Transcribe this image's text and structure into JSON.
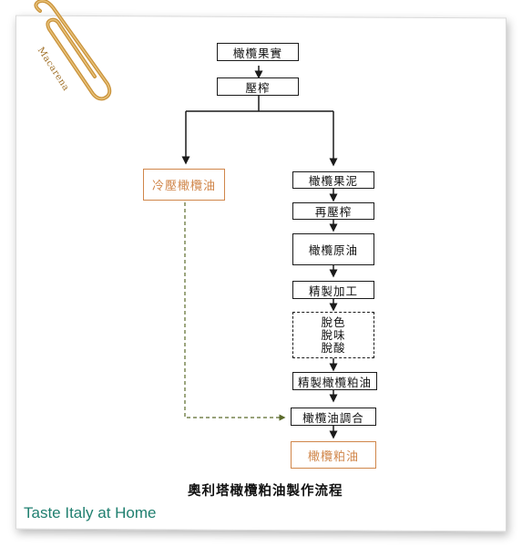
{
  "logo": {
    "text": "Macarena"
  },
  "flow": {
    "step1": "橄欖果實",
    "step2": "壓榨",
    "cold_pressed": "冷壓橄欖油",
    "step3": "橄欖果泥",
    "step4": "再壓榨",
    "step5": "橄欖原油",
    "step6": "精製加工",
    "step7": [
      "脫色",
      "脫味",
      "脫酸"
    ],
    "step8": "精製橄欖粕油",
    "step9": "橄欖油調合",
    "result": "橄欖粕油"
  },
  "caption": "奧利塔橄欖粕油製作流程",
  "brand": "Taste Italy at Home",
  "colors": {
    "accent": "#d0864a",
    "line": "#1a1a1a",
    "dashed_line": "#5a6a2a",
    "brand": "#1f7f6f"
  }
}
